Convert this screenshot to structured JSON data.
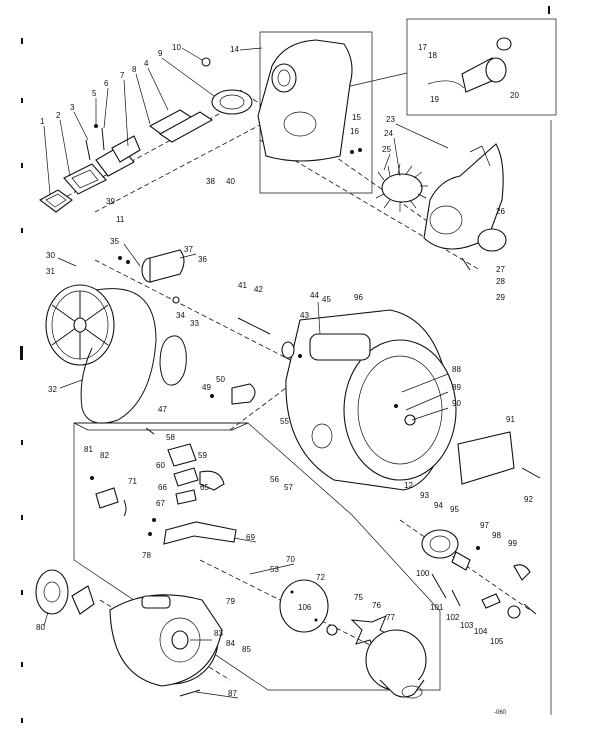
{
  "figure_code": "-060",
  "callouts": [
    "1",
    "2",
    "3",
    "4",
    "5",
    "6",
    "7",
    "8",
    "9",
    "10",
    "11",
    "12",
    "14",
    "15",
    "16",
    "17",
    "18",
    "19",
    "20",
    "23",
    "24",
    "25",
    "26",
    "27",
    "28",
    "29",
    "30",
    "31",
    "32",
    "33",
    "34",
    "35",
    "36",
    "37",
    "38",
    "39",
    "40",
    "41",
    "42",
    "43",
    "44",
    "45",
    "47",
    "49",
    "50",
    "53",
    "55",
    "56",
    "57",
    "58",
    "59",
    "60",
    "65",
    "66",
    "67",
    "69",
    "70",
    "71",
    "72",
    "75",
    "76",
    "77",
    "78",
    "79",
    "80",
    "81",
    "82",
    "83",
    "84",
    "85",
    "87",
    "88",
    "89",
    "90",
    "91",
    "92",
    "93",
    "94",
    "95",
    "96",
    "97",
    "98",
    "99",
    "100",
    "101",
    "102",
    "103",
    "104",
    "105",
    "106"
  ],
  "colors": {
    "ink": "#111111",
    "paper": "#ffffff"
  }
}
